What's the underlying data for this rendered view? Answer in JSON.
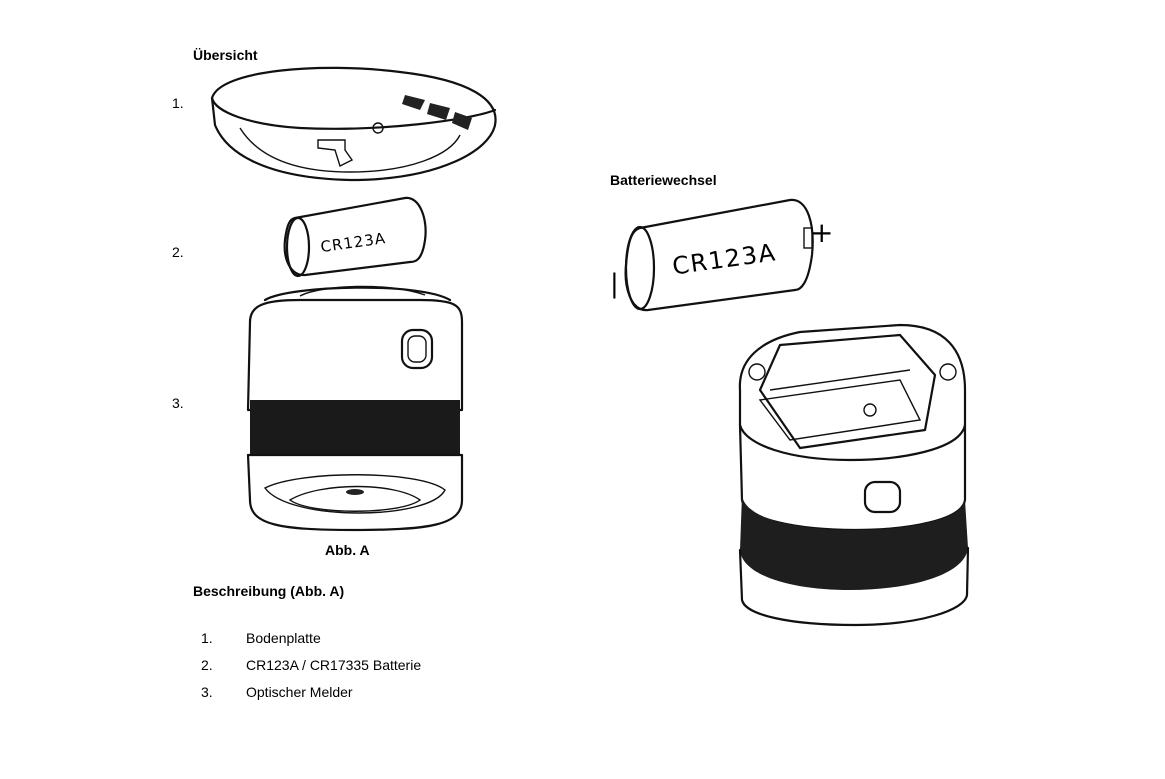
{
  "overview": {
    "title": "Übersicht",
    "markers": [
      "1.",
      "2.",
      "3."
    ],
    "battery_label": "CR123A",
    "figure_caption": "Abb. A"
  },
  "description": {
    "title": "Beschreibung (Abb. A)",
    "items": [
      {
        "num": "1.",
        "label": "Bodenplatte"
      },
      {
        "num": "2.",
        "label": "CR123A / CR17335 Batterie"
      },
      {
        "num": "3.",
        "label": "Optischer Melder"
      }
    ]
  },
  "battery_change": {
    "title": "Batteriewechsel",
    "battery_label": "CR123A",
    "minus_sign": "|",
    "plus_sign": "+"
  }
}
